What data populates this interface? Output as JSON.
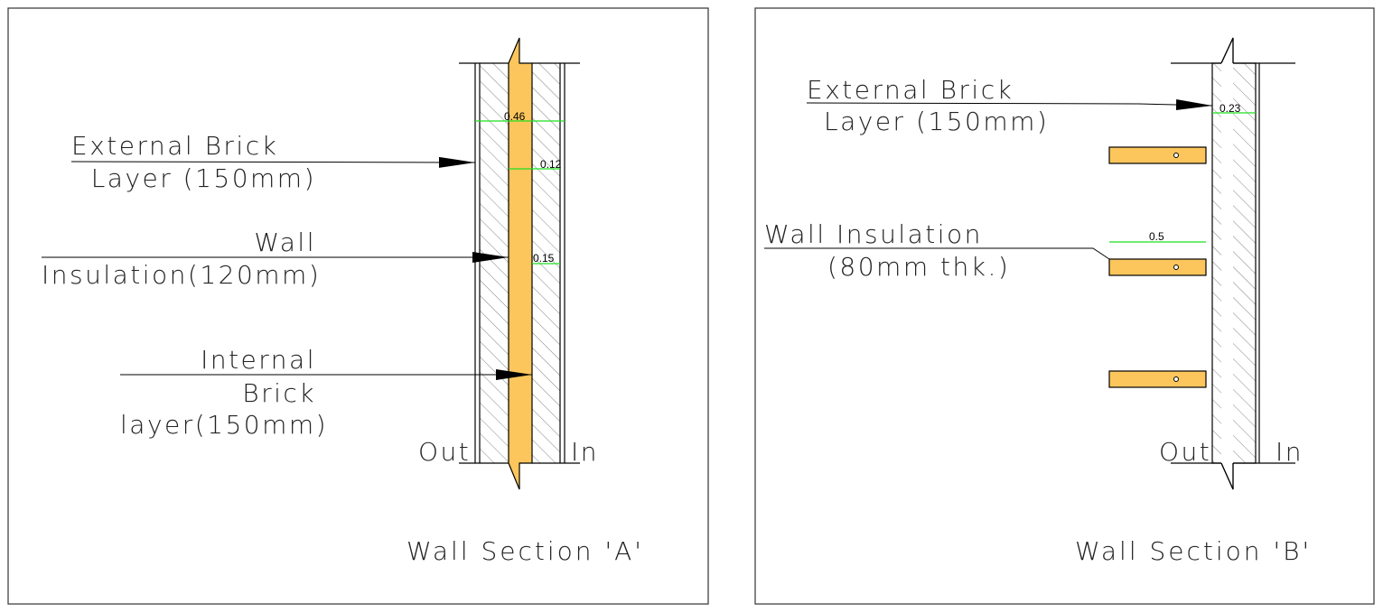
{
  "colors": {
    "insulation_fill": "#fcc65c",
    "dimension_line": "#1fe01f",
    "hatch": "#777777",
    "line": "#000000"
  },
  "section_a": {
    "title": "Wall Section 'A'",
    "labels": {
      "external_brick_line1": "External Brick",
      "external_brick_line2": "Layer (150mm)",
      "insulation_line1": "Wall",
      "insulation_line2": "Insulation(120mm)",
      "internal_brick_line1": "Internal",
      "internal_brick_line2": "Brick",
      "internal_brick_line3": "layer(150mm)",
      "out": "Out",
      "in": "In"
    },
    "dimensions": {
      "total": "0.46",
      "insulation": "0.12",
      "internal": "0.15"
    }
  },
  "section_b": {
    "title": "Wall Section 'B'",
    "labels": {
      "external_brick_line1": "External Brick",
      "external_brick_line2": "Layer (150mm)",
      "insulation_line1": "Wall Insulation",
      "insulation_line2": "(80mm thk.)",
      "out": "Out",
      "in": "In"
    },
    "dimensions": {
      "wall": "0.23",
      "insulation": "0.5"
    }
  }
}
